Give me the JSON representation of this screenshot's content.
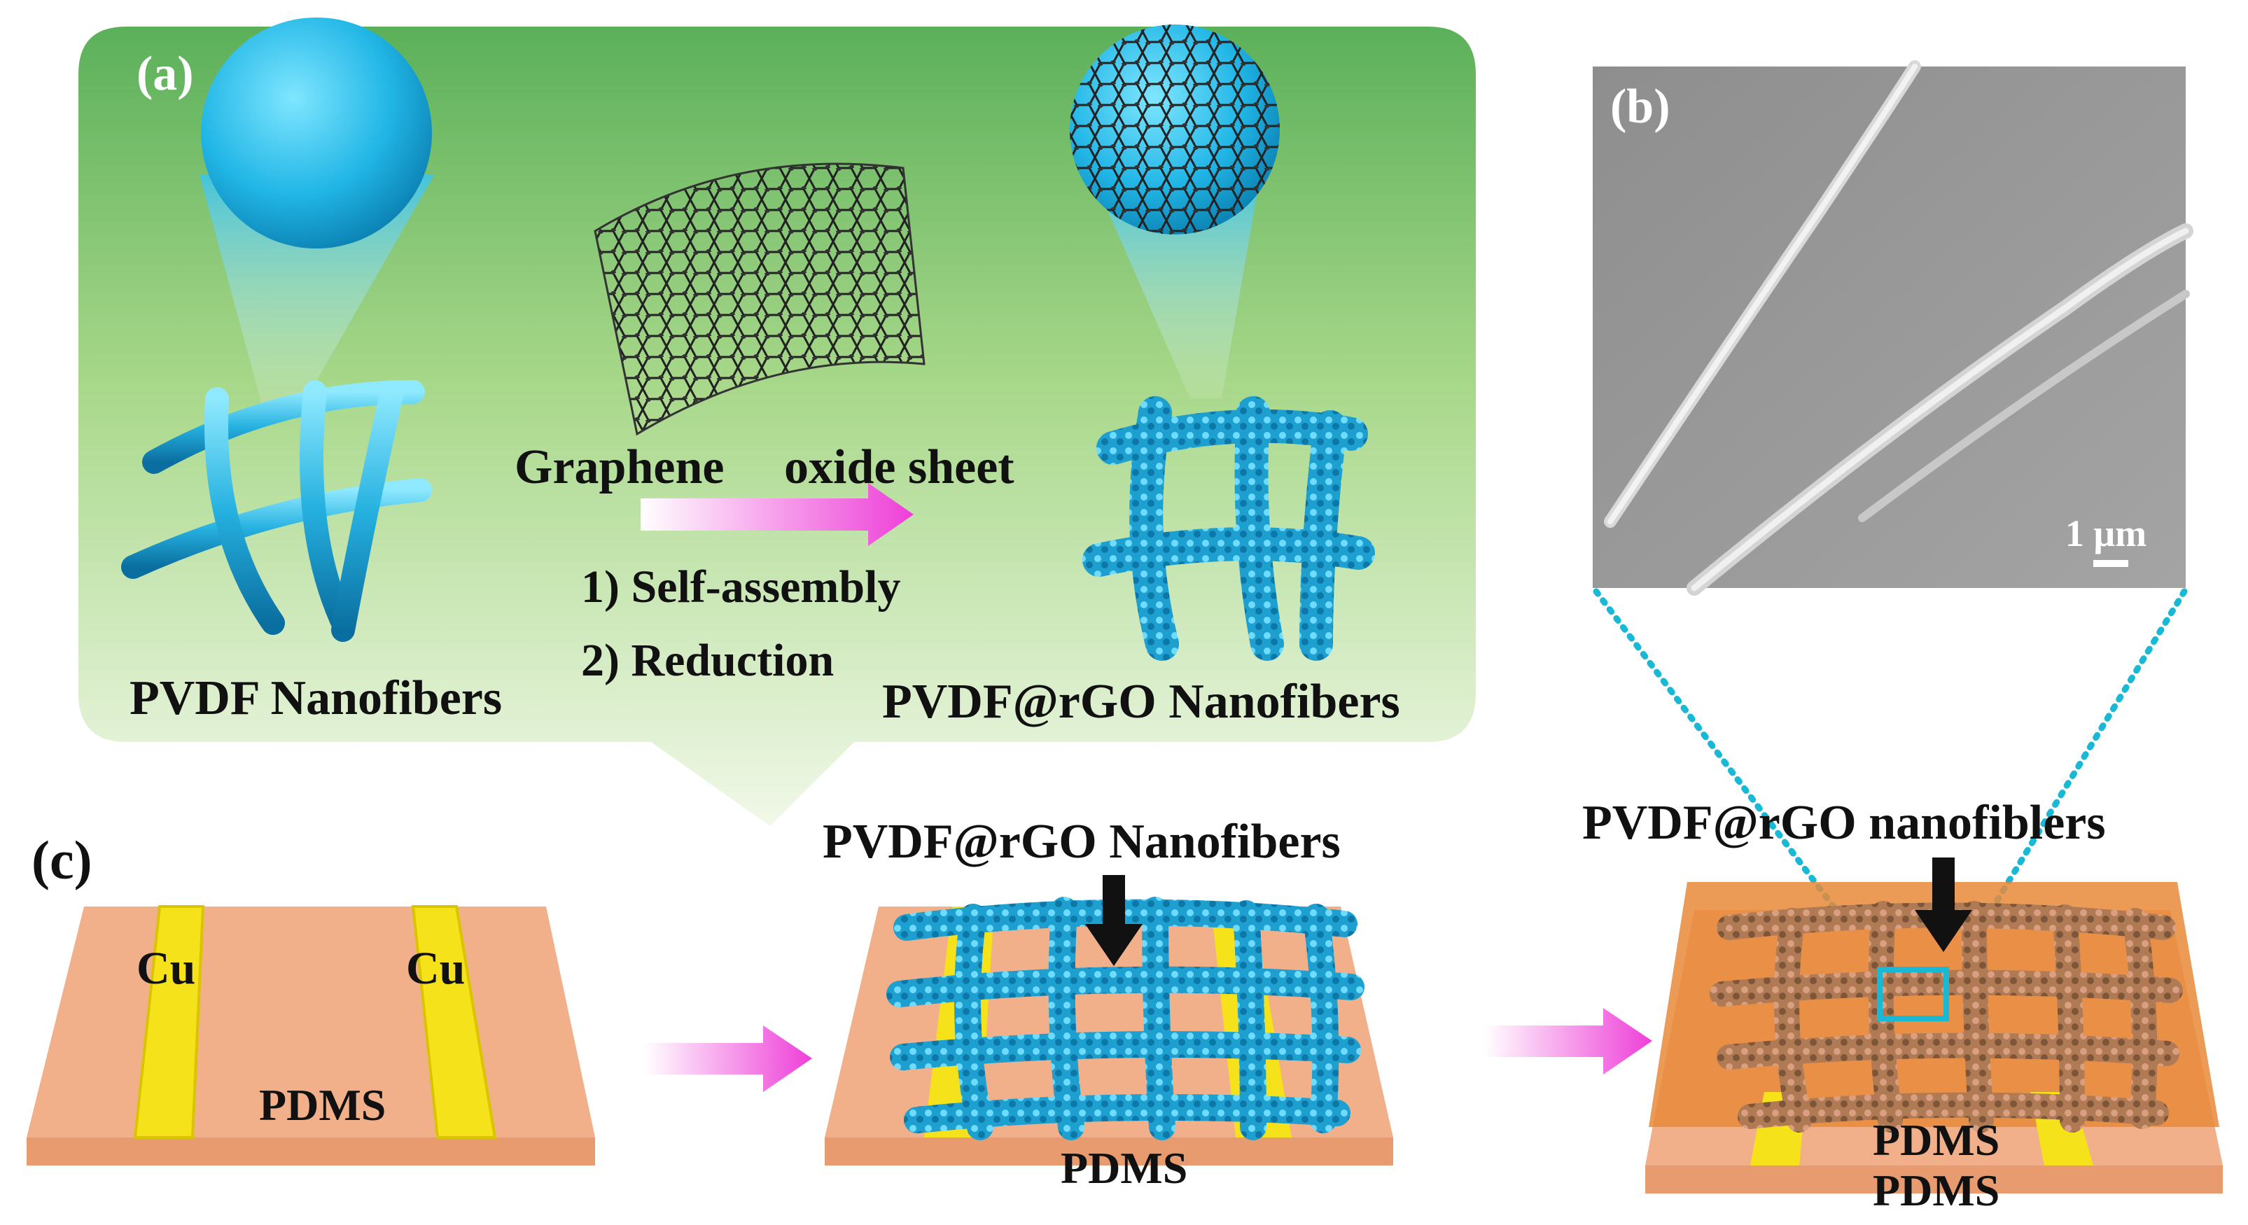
{
  "panel_a": {
    "panel_label": "(a)",
    "left_label": "PVDF Nanofibers",
    "sheet_label_1": "Graphene",
    "sheet_label_2": "oxide sheet",
    "step_1": "1) Self-assembly",
    "step_2": "2) Reduction",
    "right_label": "PVDF@rGO Nanofibers"
  },
  "panel_b": {
    "panel_label": "(b)",
    "scale_bar": "1 μm"
  },
  "panel_c": {
    "panel_label": "(c)",
    "device1": {
      "electrode_left": "Cu",
      "electrode_right": "Cu",
      "substrate": "PDMS"
    },
    "device2": {
      "top_label": "PVDF@rGO Nanofibers",
      "substrate": "PDMS"
    },
    "device3": {
      "top_label": "PVDF@rGO nanofiblers",
      "substrate_top": "PDMS",
      "substrate_bottom": "PDMS"
    }
  },
  "colors": {
    "bubble_top": "#5cb85c",
    "bubble_bottom": "#eaf5df",
    "fiber_cyan": "#2bb3e0",
    "pdms": "#f2b08a",
    "pdms_dark": "#e98a3a",
    "cu": "#f5e21a",
    "arrow_pink": "#ee3fd8",
    "dotted_line": "#19b9d6",
    "sem_bg": "#9a9a9a"
  }
}
